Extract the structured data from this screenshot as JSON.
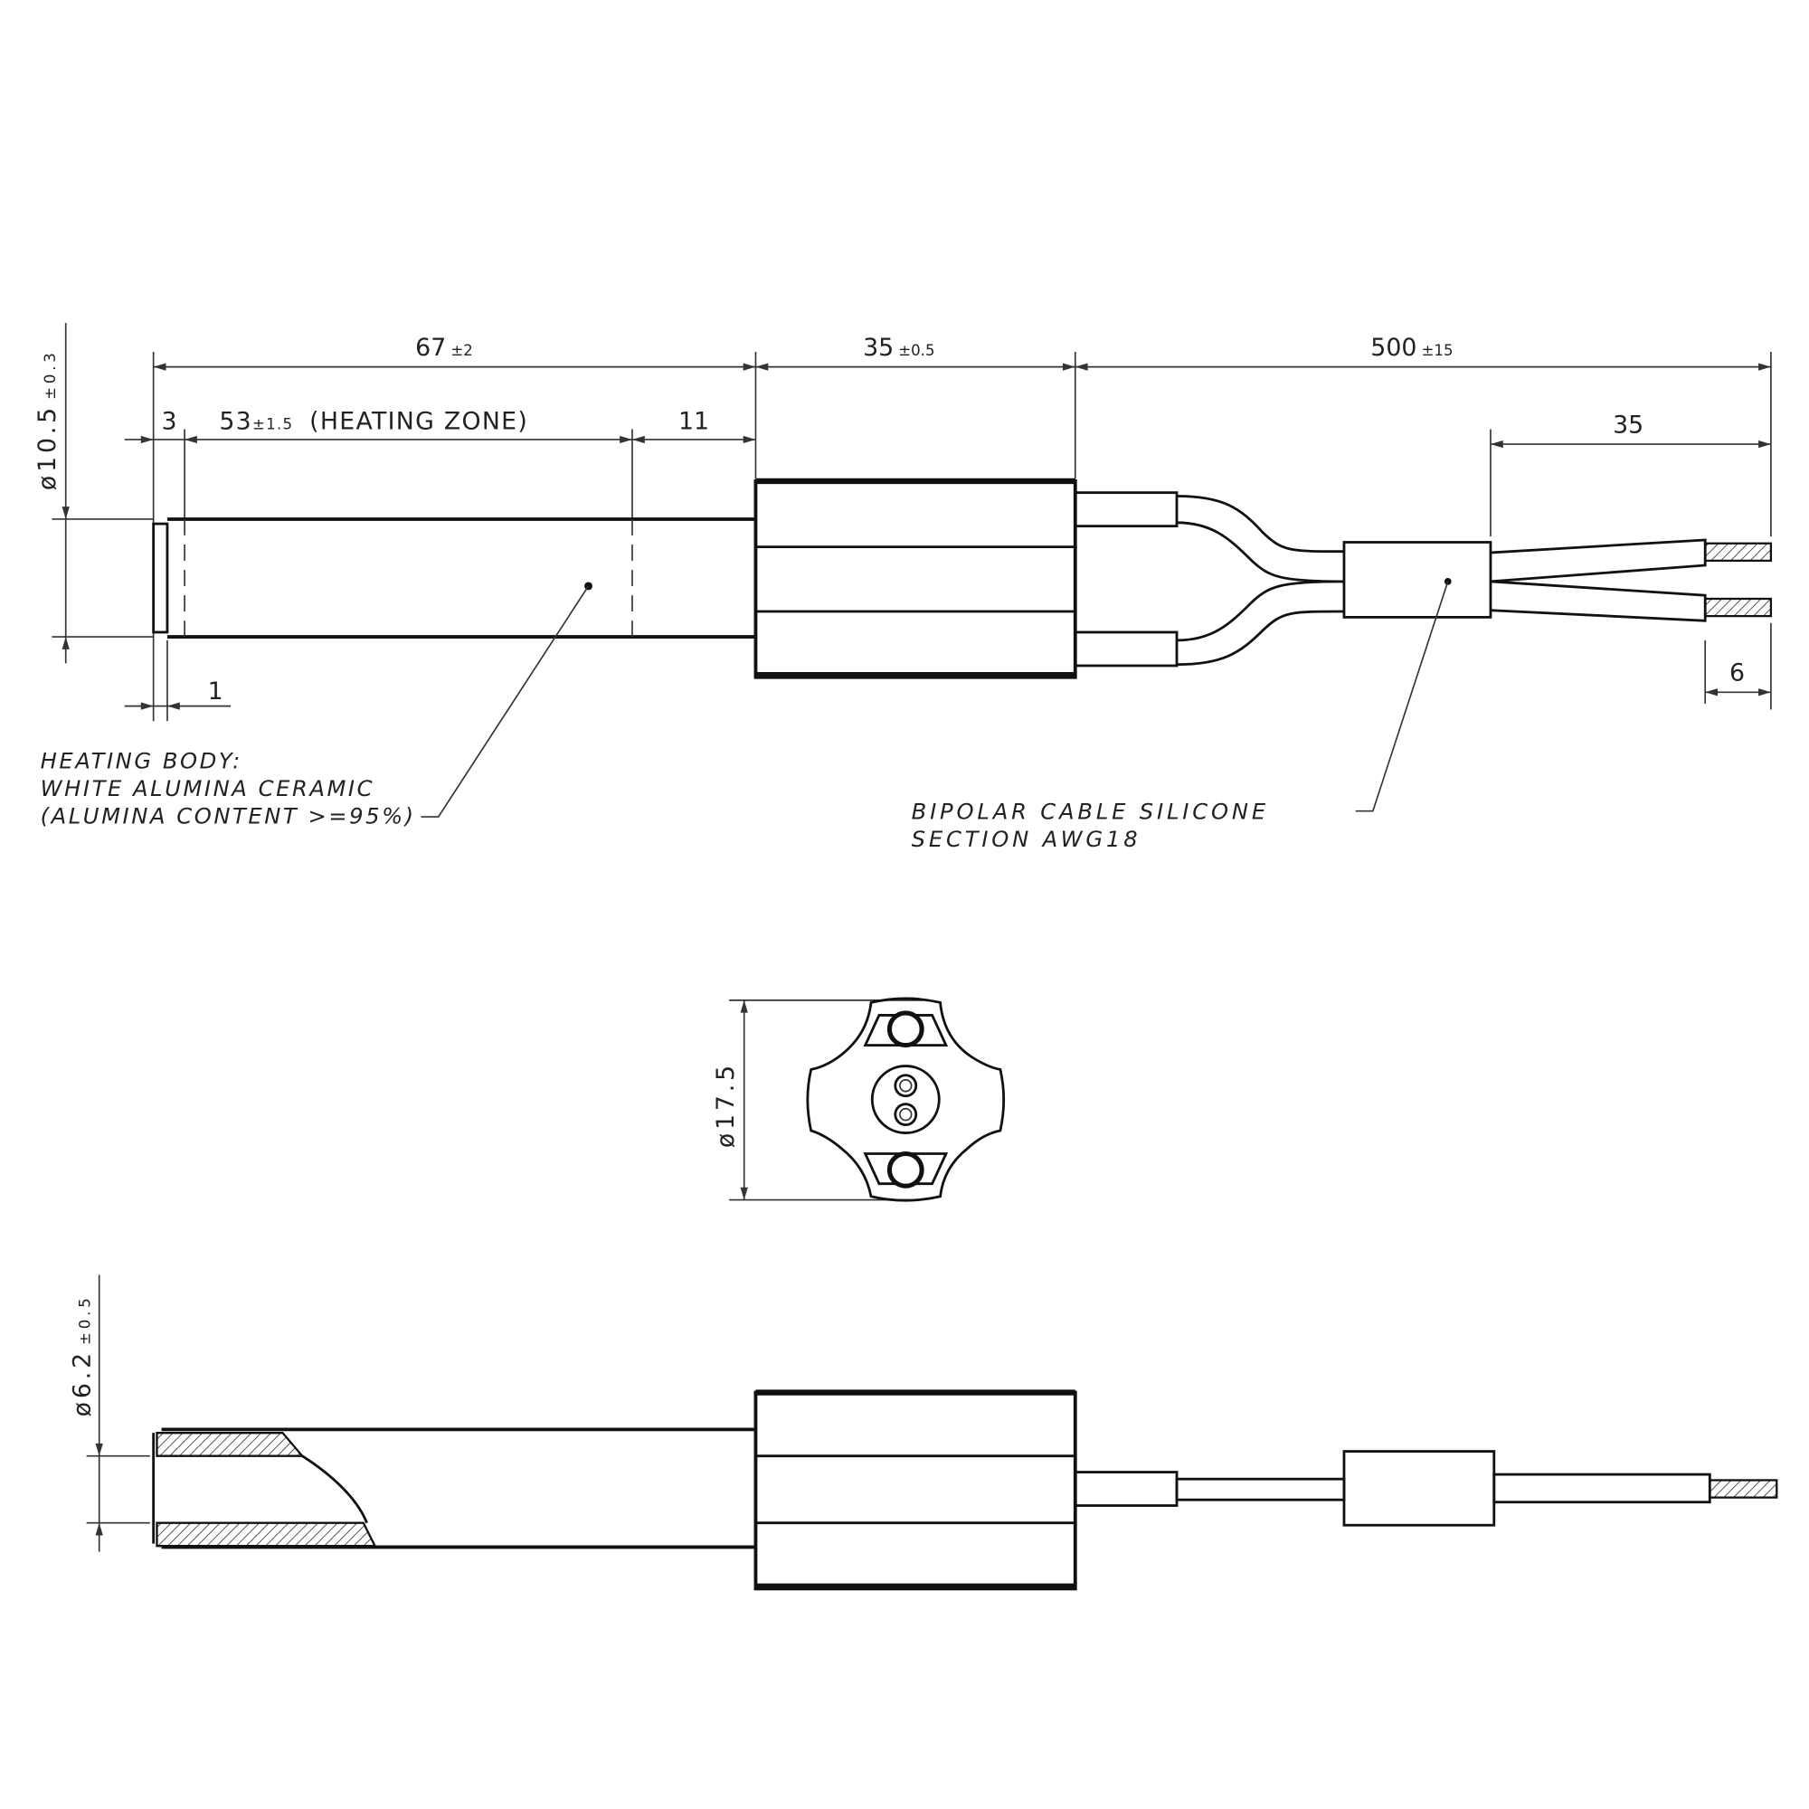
{
  "side_view": {
    "dim_overall_body": {
      "value": "67",
      "tol": "±2"
    },
    "dim_connector": {
      "value": "35",
      "tol": "±0.5"
    },
    "dim_cable": {
      "value": "500",
      "tol": "±15"
    },
    "dim_tip": {
      "value": "3"
    },
    "dim_heating_zone": {
      "value": "53",
      "tol": "±1.5",
      "label": "(HEATING ZONE)"
    },
    "dim_cold_end": {
      "value": "11"
    },
    "dim_wire_split": {
      "value": "35"
    },
    "dim_strip": {
      "value": "6"
    },
    "dim_cap": {
      "value": "1"
    },
    "dim_diameter": {
      "value": "ø10.5",
      "tol": "±0.3"
    },
    "note_body": [
      "HEATING BODY:",
      "WHITE ALUMINA CERAMIC",
      "(ALUMINA CONTENT >=95%)"
    ],
    "note_cable": [
      "BIPOLAR CABLE SILICONE",
      "SECTION AWG18"
    ]
  },
  "end_view": {
    "dim_diameter": {
      "value": "ø17.5"
    }
  },
  "section_view": {
    "dim_inner_diameter": {
      "value": "ø6.2",
      "tol": "±0.5"
    }
  }
}
